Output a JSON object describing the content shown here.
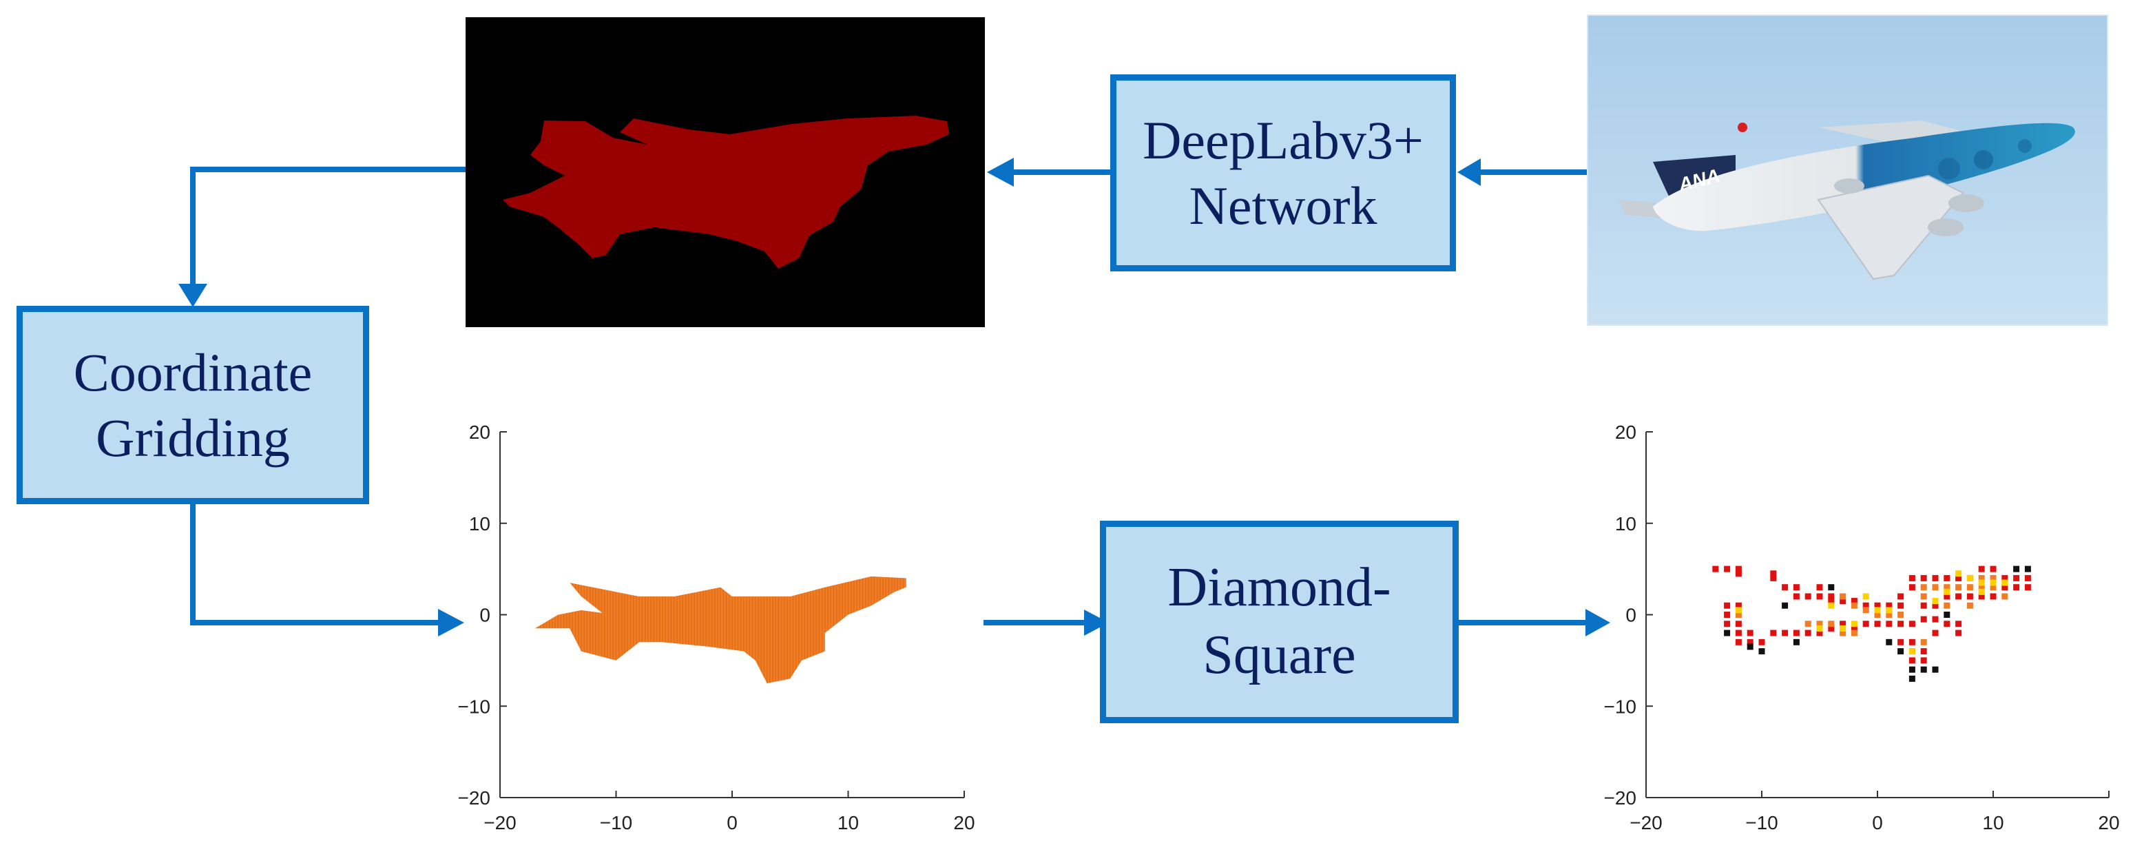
{
  "colors": {
    "flow_arrow": "#0a72c6",
    "box_fill": "#bcdcf2",
    "box_border": "#0a72c6",
    "box_text": "#0b1f5e",
    "mask_background": "#000000",
    "mask_silhouette": "#990000",
    "grid_points": "#f07c24",
    "result_point_colors": [
      "#e01010",
      "#f07c24",
      "#ffd000",
      "#111111"
    ]
  },
  "nodes": {
    "deeplab": {
      "line1": "DeepLabv3+",
      "line2": "Network"
    },
    "coordinate": {
      "line1": "Coordinate",
      "line2": "Gridding"
    },
    "diamond": {
      "line1": "Diamond-",
      "line2": "Square"
    }
  },
  "images": {
    "input_photo": {
      "icon": "airplane-photo",
      "tail_text": "ANA"
    },
    "segmentation_mask": {
      "icon": "airplane-silhouette"
    }
  },
  "chart_data": [
    {
      "type": "scatter",
      "title": "",
      "xlabel": "",
      "ylabel": "",
      "xlim": [
        -20,
        20
      ],
      "ylim": [
        -20,
        20
      ],
      "x_ticks": [
        "−20",
        "−10",
        "0",
        "10",
        "20"
      ],
      "y_ticks": [
        "20",
        "10",
        "0",
        "−10",
        "−20"
      ],
      "grid": false,
      "series": [
        {
          "color": "#f07c24",
          "outline": [
            [
              -17,
              -1.5
            ],
            [
              -14,
              -1.5
            ],
            [
              -13,
              -4
            ],
            [
              -10,
              -5
            ],
            [
              -8,
              -3
            ],
            [
              -6,
              -3
            ],
            [
              -2,
              -3.5
            ],
            [
              1,
              -4
            ],
            [
              2,
              -5
            ],
            [
              3,
              -7.5
            ],
            [
              5,
              -7
            ],
            [
              6,
              -5
            ],
            [
              8,
              -4
            ],
            [
              8,
              -2
            ],
            [
              10,
              0
            ],
            [
              12,
              1
            ],
            [
              14,
              2.5
            ],
            [
              15,
              3
            ],
            [
              15,
              4
            ],
            [
              12,
              4.2
            ],
            [
              8,
              3
            ],
            [
              5,
              2
            ],
            [
              2,
              2
            ],
            [
              0,
              2
            ],
            [
              -1,
              3
            ],
            [
              -3,
              2.5
            ],
            [
              -5,
              2
            ],
            [
              -8,
              2
            ],
            [
              -10,
              2.5
            ],
            [
              -12,
              3
            ],
            [
              -14,
              3.5
            ],
            [
              -13,
              2
            ],
            [
              -11,
              0
            ],
            [
              -9,
              -1
            ],
            [
              -10,
              0
            ],
            [
              -13,
              0.5
            ],
            [
              -15,
              0
            ]
          ]
        }
      ]
    },
    {
      "type": "scatter",
      "title": "",
      "xlabel": "",
      "ylabel": "",
      "xlim": [
        -20,
        20
      ],
      "ylim": [
        -20,
        20
      ],
      "x_ticks": [
        "−20",
        "−10",
        "0",
        "10",
        "20"
      ],
      "y_ticks": [
        "20",
        "10",
        "0",
        "−10",
        "−20"
      ],
      "grid": false,
      "series": [
        {
          "colors": [
            "#e01010",
            "#f07c24",
            "#ffd000",
            "#111111"
          ],
          "points": [
            [
              -14,
              5,
              0
            ],
            [
              -13,
              5,
              0
            ],
            [
              -12,
              5,
              0
            ],
            [
              -12,
              4.5,
              0
            ],
            [
              -9,
              4.5,
              0
            ],
            [
              -9,
              4,
              0
            ],
            [
              -8,
              3,
              0
            ],
            [
              -7,
              3,
              0
            ],
            [
              -7,
              2,
              0
            ],
            [
              -6,
              2,
              0
            ],
            [
              -5,
              3,
              0
            ],
            [
              -5,
              2,
              0
            ],
            [
              -4,
              2,
              0
            ],
            [
              -4,
              1.5,
              0
            ],
            [
              -3,
              1.5,
              0
            ],
            [
              -2,
              1.5,
              0
            ],
            [
              -1,
              1,
              0
            ],
            [
              0,
              1,
              0
            ],
            [
              1,
              1,
              0
            ],
            [
              2,
              1,
              0
            ],
            [
              2,
              2,
              0
            ],
            [
              3,
              3,
              0
            ],
            [
              3,
              4,
              0
            ],
            [
              4,
              4,
              0
            ],
            [
              5,
              4,
              0
            ],
            [
              6,
              4,
              0
            ],
            [
              7,
              4,
              0
            ],
            [
              8,
              4,
              0
            ],
            [
              9,
              5,
              0
            ],
            [
              10,
              5,
              0
            ],
            [
              11,
              4,
              0
            ],
            [
              12,
              4,
              0
            ],
            [
              13,
              4,
              0
            ],
            [
              13,
              3,
              0
            ],
            [
              12,
              3,
              0
            ],
            [
              11,
              3,
              0
            ],
            [
              10,
              2,
              0
            ],
            [
              9,
              2,
              0
            ],
            [
              8,
              2,
              0
            ],
            [
              7,
              2,
              0
            ],
            [
              6,
              2,
              0
            ],
            [
              5,
              1,
              0
            ],
            [
              4,
              1,
              0
            ],
            [
              4,
              -0.5,
              0
            ],
            [
              5,
              -0.5,
              0
            ],
            [
              3,
              -1,
              0
            ],
            [
              2,
              -1,
              0
            ],
            [
              1,
              -1,
              0
            ],
            [
              0,
              -1,
              0
            ],
            [
              -1,
              -1,
              0
            ],
            [
              -2,
              -1.5,
              0
            ],
            [
              -3,
              -1,
              0
            ],
            [
              -4,
              -1.5,
              0
            ],
            [
              -5,
              -2,
              0
            ],
            [
              -6,
              -2,
              0
            ],
            [
              -7,
              -2,
              0
            ],
            [
              -8,
              -2,
              0
            ],
            [
              -9,
              -2,
              0
            ],
            [
              -10,
              -3,
              0
            ],
            [
              -11,
              -3,
              0
            ],
            [
              -12,
              -1,
              0
            ],
            [
              -13,
              -1,
              0
            ],
            [
              -13,
              0,
              0
            ],
            [
              -13,
              1,
              0
            ],
            [
              -12,
              1,
              0
            ],
            [
              -12,
              -2,
              0
            ],
            [
              -12,
              -3,
              0
            ],
            [
              -11,
              -2,
              0
            ],
            [
              2,
              -3,
              0
            ],
            [
              3,
              -3,
              0
            ],
            [
              3,
              -4,
              0
            ],
            [
              4,
              -4,
              0
            ],
            [
              4,
              -5,
              0
            ],
            [
              3,
              -5,
              0
            ],
            [
              5,
              -2,
              0
            ],
            [
              6,
              -1,
              0
            ],
            [
              7,
              -1,
              0
            ],
            [
              7,
              -2,
              0
            ],
            [
              -3,
              2,
              1
            ],
            [
              -2,
              1,
              1
            ],
            [
              -1,
              0.5,
              1
            ],
            [
              0,
              0,
              1
            ],
            [
              1,
              0,
              1
            ],
            [
              2,
              0,
              1
            ],
            [
              4,
              3,
              1
            ],
            [
              5,
              3,
              1
            ],
            [
              6,
              3,
              1
            ],
            [
              7,
              3,
              1
            ],
            [
              8,
              3,
              1
            ],
            [
              9,
              3,
              1
            ],
            [
              10,
              3,
              1
            ],
            [
              11,
              2,
              1
            ],
            [
              9,
              4,
              1
            ],
            [
              8,
              1,
              1
            ],
            [
              -6,
              -1,
              1
            ],
            [
              -5,
              -1,
              1
            ],
            [
              -4,
              -1,
              1
            ],
            [
              -3,
              -2,
              1
            ],
            [
              -2,
              -2,
              1
            ],
            [
              -12,
              0,
              1
            ],
            [
              4,
              -3,
              1
            ],
            [
              4,
              2,
              1
            ],
            [
              6,
              1,
              1
            ],
            [
              10,
              4,
              1
            ],
            [
              -4,
              1,
              2
            ],
            [
              -1,
              2,
              2
            ],
            [
              0,
              0.5,
              2
            ],
            [
              1,
              0.5,
              2
            ],
            [
              7,
              4.5,
              2
            ],
            [
              8,
              4,
              2
            ],
            [
              9,
              3.5,
              2
            ],
            [
              10,
              3.5,
              2
            ],
            [
              11,
              3.5,
              2
            ],
            [
              6,
              2.5,
              2
            ],
            [
              -3,
              -1.5,
              2
            ],
            [
              -2,
              -1,
              2
            ],
            [
              -12,
              0.5,
              2
            ],
            [
              -5,
              -1.5,
              2
            ],
            [
              5,
              1.5,
              2
            ],
            [
              9,
              2.5,
              2
            ],
            [
              3,
              -4,
              2
            ],
            [
              -10,
              -4,
              3
            ],
            [
              -11,
              -3.5,
              3
            ],
            [
              -7,
              -3,
              3
            ],
            [
              -4,
              3,
              3
            ],
            [
              1,
              -3,
              3
            ],
            [
              2,
              -4,
              3
            ],
            [
              3,
              -6,
              3
            ],
            [
              3,
              -7,
              3
            ],
            [
              4,
              -6,
              3
            ],
            [
              5,
              -6,
              3
            ],
            [
              13,
              5,
              3
            ],
            [
              12,
              5,
              3
            ],
            [
              -8,
              1,
              3
            ],
            [
              -13,
              -2,
              3
            ],
            [
              6,
              0,
              3
            ]
          ]
        }
      ]
    }
  ]
}
